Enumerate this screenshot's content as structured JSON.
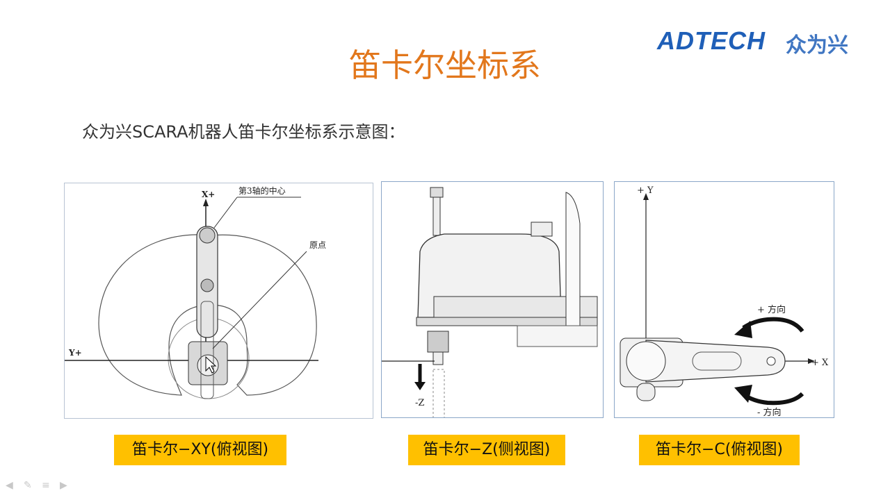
{
  "logo": {
    "brand_text": "ADTECH",
    "brand_cn": "众为兴"
  },
  "slide": {
    "title": "笛卡尔坐标系",
    "subtitle": "众为兴SCARA机器人笛卡尔坐标系示意图："
  },
  "panels": [
    {
      "labels": {
        "x_plus": "X+",
        "y_plus": "Y+",
        "axis3_center": "第3轴的中心",
        "origin": "原点"
      },
      "caption": "笛卡尔−XY(俯视图)"
    },
    {
      "labels": {
        "minus_z": "-Z"
      },
      "caption": "笛卡尔−Z(侧视图)"
    },
    {
      "labels": {
        "plus_y": "+ Y",
        "plus_x": "+ X",
        "plus_dir": "+  方向",
        "minus_dir": "-  方向"
      },
      "caption": "笛卡尔−C(俯视图)"
    }
  ],
  "nav": {
    "prev": "◀",
    "pen": "✎",
    "menu": "≡",
    "next": "▶"
  }
}
